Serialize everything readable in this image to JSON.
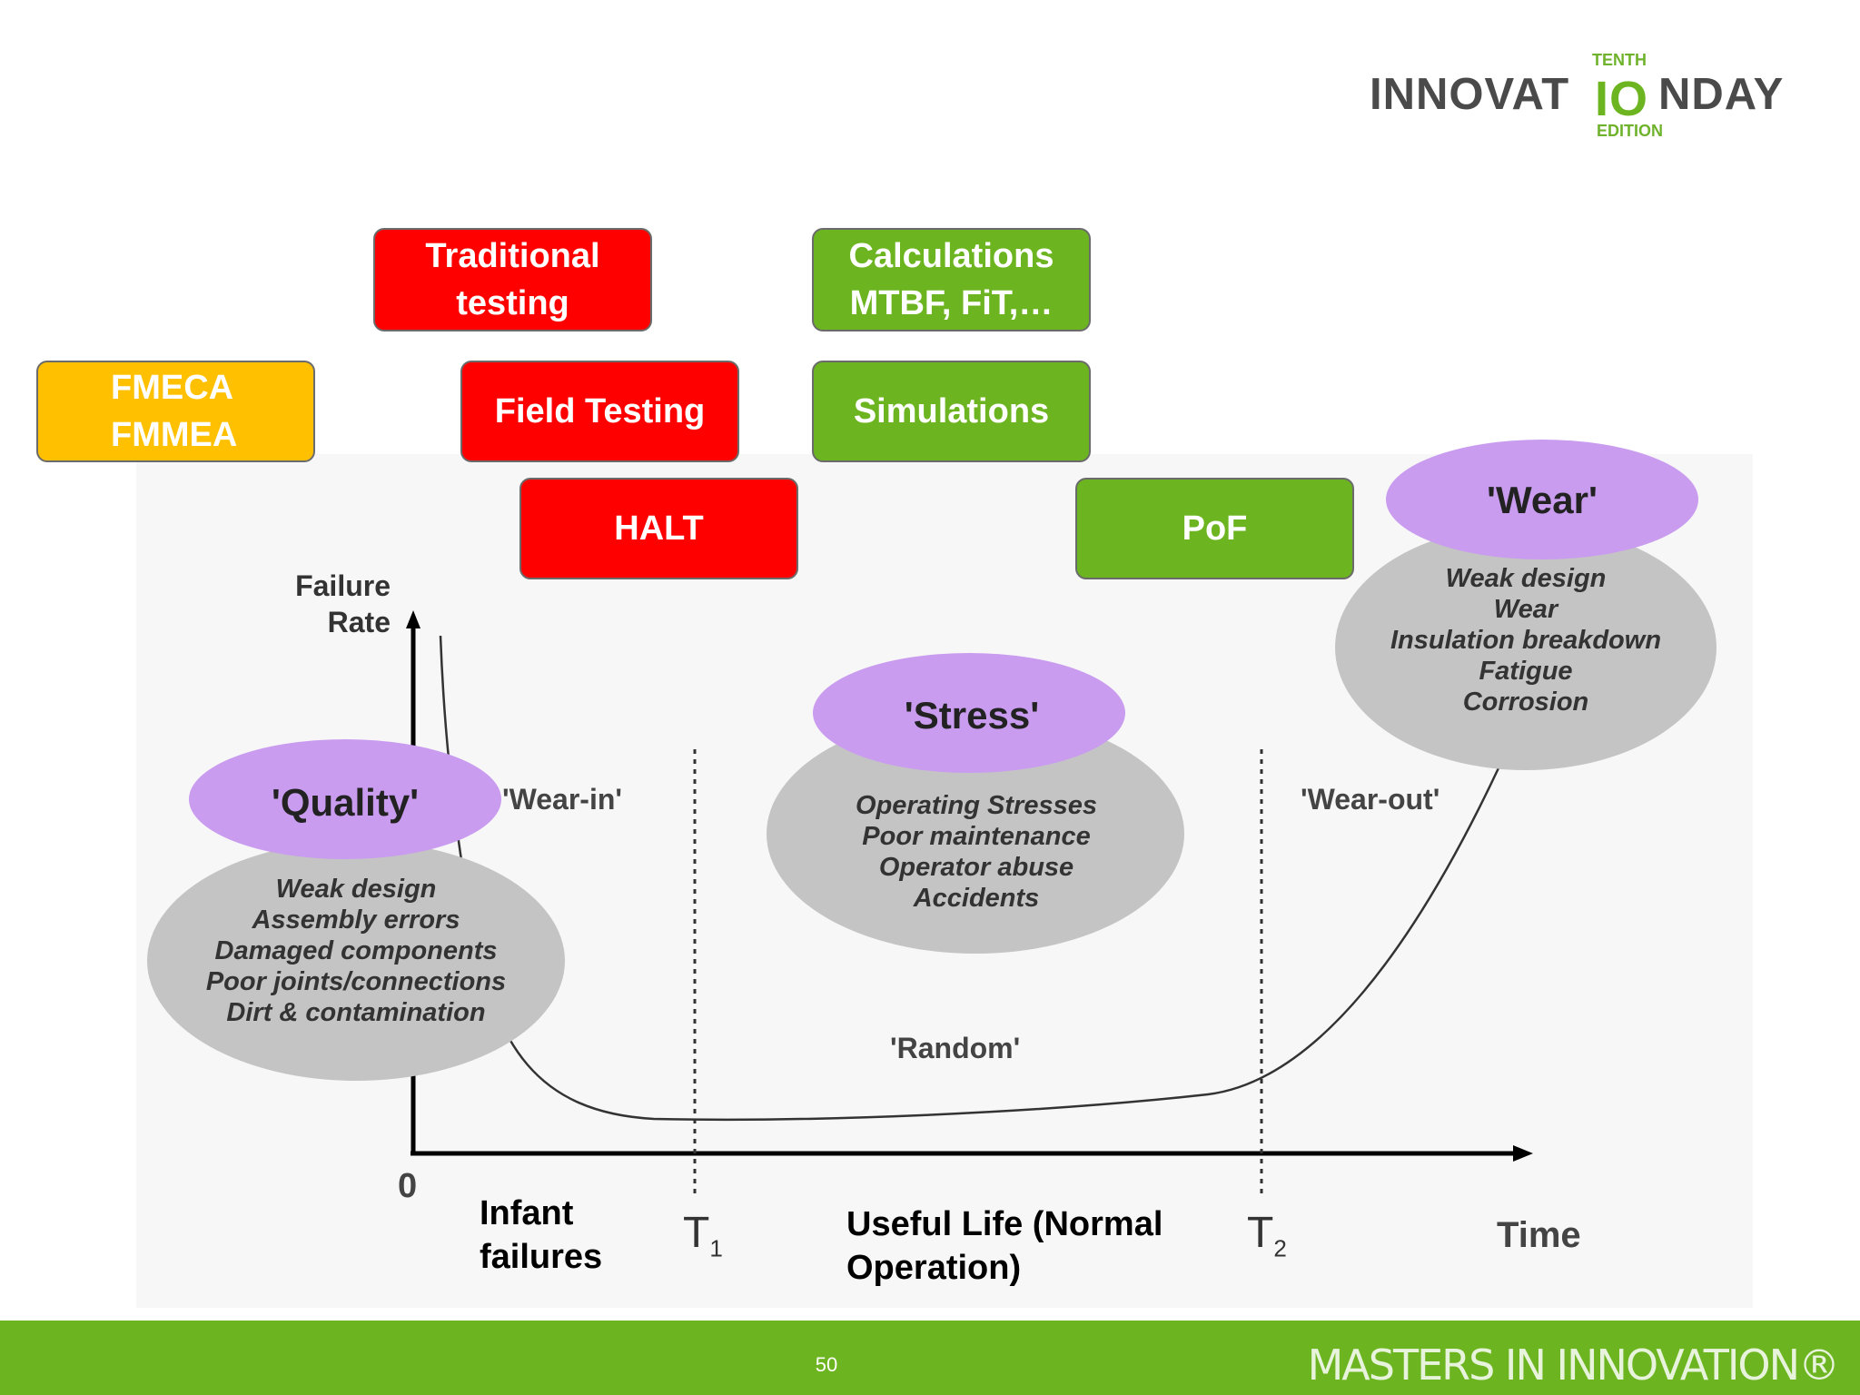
{
  "logo": {
    "text_left": "INNOVAT",
    "text_center": "IO",
    "text_right": "NDAY",
    "top_small": "TENTH",
    "bottom_small": "EDITION"
  },
  "methods": {
    "fmeca": "FMECA",
    "fmmea": "FMMEA",
    "traditional_line1": "Traditional",
    "traditional_line2": "testing",
    "field_testing": "Field Testing",
    "halt": "HALT",
    "calc_line1": "Calculations",
    "calc_line2": "MTBF, FiT,…",
    "simulations": "Simulations",
    "pof": "PoF"
  },
  "axes": {
    "y_label_line1": "Failure",
    "y_label_line2": "Rate",
    "origin": "0",
    "t1": "T",
    "t1_sub": "1",
    "t2": "T",
    "t2_sub": "2",
    "x_label": "Time"
  },
  "phases": {
    "wear_in": "'Wear-in'",
    "random": "'Random'",
    "wear_out": "'Wear-out'"
  },
  "clusters": {
    "quality": {
      "title": "'Quality'",
      "items": [
        "Weak design",
        "Assembly errors",
        "Damaged components",
        "Poor joints/connections",
        "Dirt & contamination"
      ]
    },
    "stress": {
      "title": "'Stress'",
      "items": [
        "Operating Stresses",
        "Poor maintenance",
        "Operator abuse",
        "Accidents"
      ]
    },
    "wear": {
      "title": "'Wear'",
      "items": [
        "Weak design",
        "Wear",
        "Insulation breakdown",
        "Fatigue",
        "Corrosion"
      ]
    }
  },
  "bottom_labels": {
    "infant_line1": "Infant",
    "infant_line2": "failures",
    "useful_line1": "Useful Life (Normal",
    "useful_line2": "Operation)"
  },
  "footer": {
    "page_number": "50",
    "tagline": "MASTERS IN INNOVATION®"
  },
  "colors": {
    "red": "#ff0000",
    "green": "#6cb520",
    "yellow": "#ffc000",
    "purple": "#c99cf0",
    "grey": "#c4c4c4"
  }
}
